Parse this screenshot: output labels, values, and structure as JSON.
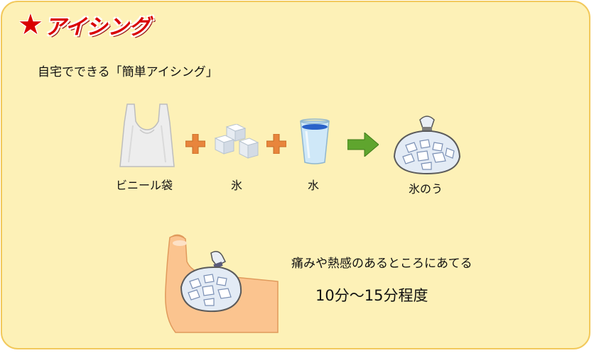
{
  "title": "アイシング",
  "star": "★",
  "subtitle": "自宅でできる「簡単アイシング」",
  "items": {
    "bag": "ビニール袋",
    "ice": "氷",
    "water": "水",
    "icepack": "氷のう"
  },
  "instruction": "痛みや熱感のあるところにあてる",
  "duration": "10分～15分程度",
  "colors": {
    "background": "#fdf1b7",
    "border": "#f2c95c",
    "title": "#d90000",
    "plus": "#e8853c",
    "arrow": "#5fa52e"
  },
  "icons": [
    "plastic-bag-icon",
    "plus-icon",
    "ice-cubes-icon",
    "water-glass-icon",
    "arrow-right-icon",
    "ice-pack-icon",
    "foot-icon"
  ]
}
